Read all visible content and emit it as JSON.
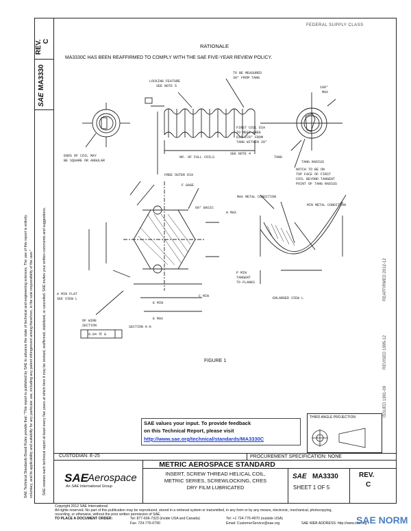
{
  "header": {
    "stamp": "FEDERAL SUPPLY CLASS",
    "rev_label": "REV.",
    "rev_value": "C",
    "doc_number": "MA3330",
    "sae_logo": "SAE"
  },
  "rationale": {
    "title": "RATIONALE",
    "text": "MA3330C HAS BEEN REAFFIRMED TO COMPLY WITH THE SAE FIVE-YEAR REVIEW POLICY."
  },
  "left_notice": {
    "line1": "SAE Technical Standards Board Rules provide that: \"This report is published by SAE to advance the state of technical and engineering sciences. The use of this report is entirely",
    "line2": "voluntary, and its applicability and suitability for any particular use, including any patent infringement arising therefrom, is the sole responsibility of the user.\"",
    "line3": "SAE reviews each technical report at least every five years at which time it may be revised, reaffirmed, stabilized, or cancelled. SAE invites your written comments and suggestions."
  },
  "drawing": {
    "labels": {
      "locking_feature": "LOCKING FEATURE",
      "see_note5": "SEE NOTE 5",
      "to_be_measured": "TO BE MEASURED",
      "from_tang": "30° FROM TANG",
      "angle100": "100°",
      "max": "MAX",
      "ends_of_coil": "ENDS OF COIL MAY",
      "be_square": "BE SQUARE OR ANGULAR",
      "no_full_coils": "NO. OF FULL COILS",
      "see_note4": "SEE NOTE 4",
      "first_coil": "FIRST COIL DIA",
      "to_meet_free": "TO MEET FREE",
      "dia_270": "DIA 270° FROM",
      "tang_within": "TANG WITHIN 20°",
      "free_outer_dia": "FREE OUTER DIA",
      "tang": "TANG",
      "tang_radius": "TANG RADIUS",
      "notch": "NOTCH TO BE ON",
      "top_face": "TOP FACE OF FIRST",
      "coil_beyond": "COIL BEYOND TANGENT",
      "point_of_tang": "POINT OF TANG RADIUS",
      "f_gage": "F GAGE",
      "basic60": "60° BASIC",
      "h_max": "H MAX",
      "max_metal": "MAX METAL CONDITION",
      "min_metal": "MIN METAL CONDITION",
      "a_min_flat": "A MIN FLAT",
      "see_view_l": "SEE VIEW L",
      "of_wire": "OF WIRE",
      "section": "SECTION",
      "section_kk": "SECTION K-K",
      "p_min": "P MIN",
      "tangent_to": "TANGENT",
      "to_flanks": "TO FLANKS",
      "enlarged_view": "ENLARGED VIEW L",
      "e_min": "E MIN",
      "e_max": "E MAX",
      "c_min": "C MIN",
      "gdt_value": "0.04 Ⓜ G"
    },
    "figure_caption": "FIGURE 1"
  },
  "reaffirm_vertical": "REAFFIRMED 2012-12",
  "revised_vertical": "REVISED 1995-12",
  "issued_vertical": "ISSUED 1991-09",
  "third_angle": "THIRD ANGLE PROJECTION",
  "feedback": {
    "line1": "SAE values your input. To provide feedback",
    "line2": "on this Technical Report, please visit",
    "link": "http://www.sae.org/technical/standards/MA3330C"
  },
  "title_block": {
    "custodian": "CUSTODIAN: E-25",
    "procurement": "PROCUREMENT SPECIFICATION: NONE",
    "brand_sae": "SAE",
    "brand_aero": "Aerospace",
    "brand_sub": "An SAE International Group",
    "standard_title": "METRIC AEROSPACE STANDARD",
    "desc1": "INSERT, SCREW THREAD HELICAL COIL,",
    "desc2": "METRIC SERIES, SCREWLOCKING, CRES",
    "desc3": "DRY FILM LUBRICATED",
    "sae": "SAE",
    "doc": "MA3330",
    "sheet": "SHEET 1 OF 5",
    "rev_label": "REV.",
    "rev_value": "C"
  },
  "footer": {
    "copyright": "Copyright 2012 SAE International",
    "rights1": "All rights reserved. No part of this publication may be reproduced, stored in a retrieval system or transmitted, in any form or by any means, electronic, mechanical, photocopying,",
    "rights2": "recording, or otherwise, without the prior written permission of SAE.",
    "order": "TO PLACE A DOCUMENT ORDER:",
    "tel1": "Tel: 877-606-7323 (inside USA and Canada)",
    "tel2": "Tel: +1 724-776-4970 (outside USA)",
    "fax": "Fax: 724-776-0790",
    "email": "Email: CustomerService@sae.org",
    "web": "SAE WEB ADDRESS: http://www.sae.org",
    "watermark": "SAE NORM"
  }
}
